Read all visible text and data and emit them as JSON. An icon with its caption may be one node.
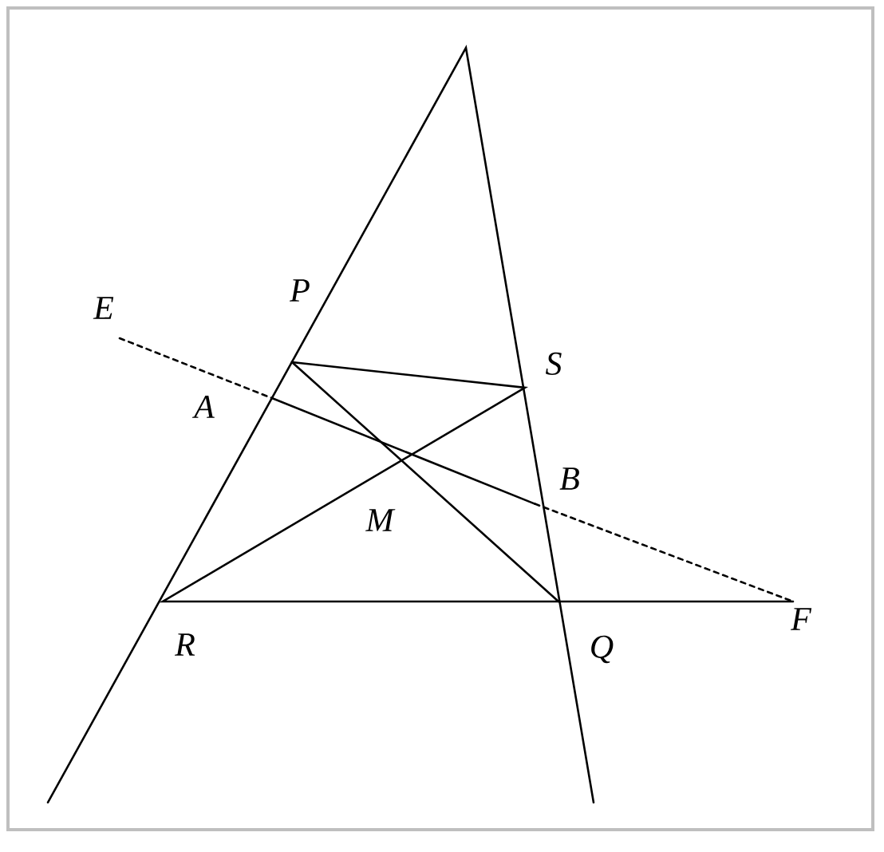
{
  "diagram": {
    "labels": [
      "P",
      "E",
      "S",
      "A",
      "B",
      "M",
      "R",
      "Q",
      "F"
    ]
  }
}
